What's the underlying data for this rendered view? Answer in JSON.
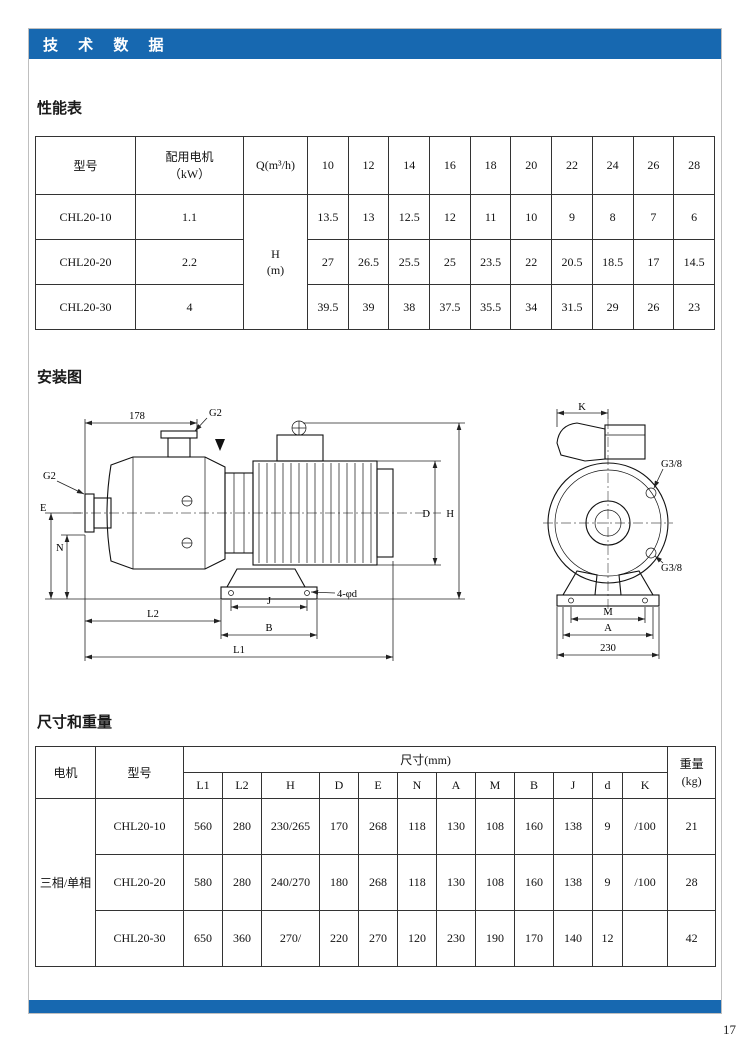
{
  "page": {
    "header_title": "技 术 数 据",
    "page_number": "17"
  },
  "performance": {
    "section_title": "性能表",
    "table": {
      "col_model": "型号",
      "col_motor": "配用电机\n（kW）",
      "col_q": "Q(m³/h)",
      "q_values": [
        "10",
        "12",
        "14",
        "16",
        "18",
        "20",
        "22",
        "24",
        "26",
        "28"
      ],
      "h_label": "H\n(m)",
      "rows": [
        {
          "model": "CHL20-10",
          "power": "1.1",
          "values": [
            "13.5",
            "13",
            "12.5",
            "12",
            "11",
            "10",
            "9",
            "8",
            "7",
            "6"
          ]
        },
        {
          "model": "CHL20-20",
          "power": "2.2",
          "values": [
            "27",
            "26.5",
            "25.5",
            "25",
            "23.5",
            "22",
            "20.5",
            "18.5",
            "17",
            "14.5"
          ]
        },
        {
          "model": "CHL20-30",
          "power": "4",
          "values": [
            "39.5",
            "39",
            "38",
            "37.5",
            "35.5",
            "34",
            "31.5",
            "29",
            "26",
            "23"
          ]
        }
      ]
    }
  },
  "installation": {
    "section_title": "安装图",
    "side": {
      "dim_178": "178",
      "g2_top": "G2",
      "g2_side": "G2",
      "dim_e": "E",
      "dim_n": "N",
      "dim_d": "D",
      "dim_h": "H",
      "dim_l2": "L2",
      "dim_j": "J",
      "dim_b": "B",
      "dim_l1": "L1",
      "holes": "4-φd"
    },
    "front": {
      "dim_k": "K",
      "g38_top": "G3/8",
      "g38_bottom": "G3/8",
      "dim_m": "M",
      "dim_a": "A",
      "dim_230": "230"
    }
  },
  "dimensions": {
    "section_title": "尺寸和重量",
    "table": {
      "col_motor": "电机",
      "col_model": "型号",
      "col_dims": "尺寸(mm)",
      "col_weight": "重量\n(kg)",
      "dim_headers": [
        "L1",
        "L2",
        "H",
        "D",
        "E",
        "N",
        "A",
        "M",
        "B",
        "J",
        "d",
        "K"
      ],
      "motor_group": "三相/单相",
      "rows": [
        {
          "model": "CHL20-10",
          "values": [
            "560",
            "280",
            "230/265",
            "170",
            "268",
            "118",
            "130",
            "108",
            "160",
            "138",
            "9",
            "/100"
          ],
          "weight": "21"
        },
        {
          "model": "CHL20-20",
          "values": [
            "580",
            "280",
            "240/270",
            "180",
            "268",
            "118",
            "130",
            "108",
            "160",
            "138",
            "9",
            "/100"
          ],
          "weight": "28"
        },
        {
          "model": "CHL20-30",
          "values": [
            "650",
            "360",
            "270/",
            "220",
            "270",
            "120",
            "230",
            "190",
            "170",
            "140",
            "12",
            ""
          ],
          "weight": "42"
        }
      ]
    }
  }
}
